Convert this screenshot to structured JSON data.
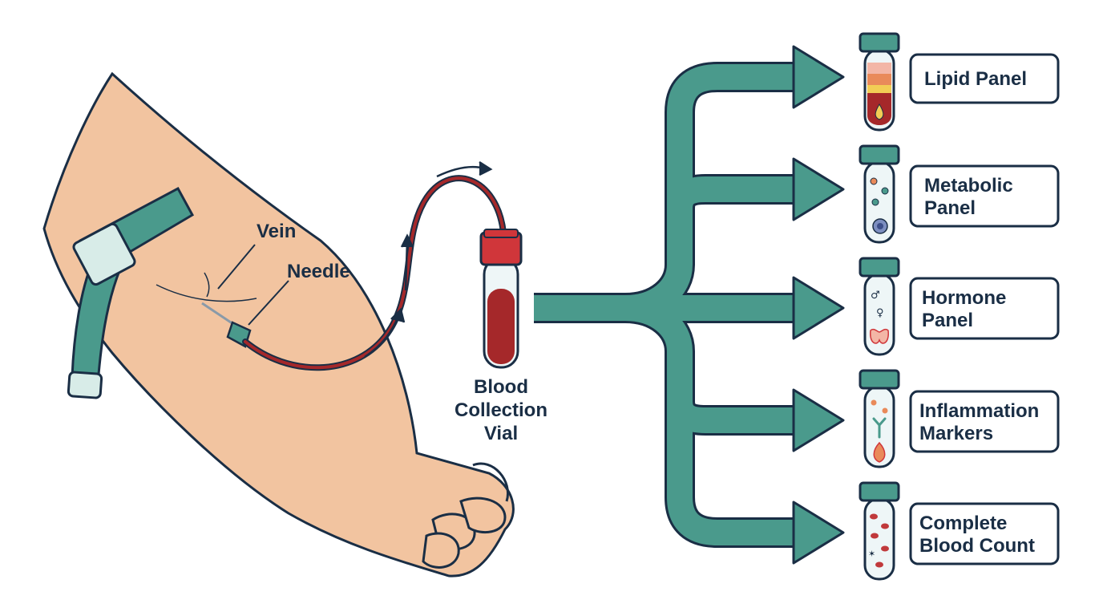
{
  "labels": {
    "vein": "Vein",
    "needle": "Needle",
    "vial_line1": "Blood",
    "vial_line2": "Collection",
    "vial_line3": "Vial"
  },
  "panels": [
    {
      "line1": "Lipid Panel",
      "line2": ""
    },
    {
      "line1": "Metabolic",
      "line2": "Panel"
    },
    {
      "line1": "Hormone",
      "line2": "Panel"
    },
    {
      "line1": "Inflammation",
      "line2": "Markers"
    },
    {
      "line1": "Complete",
      "line2": "Blood Count"
    }
  ],
  "colors": {
    "outline": "#1a2e45",
    "teal": "#4a9a8c",
    "skin": "#f2c4a0",
    "blood": "#a5282a",
    "cap_red": "#d0363a",
    "box_fill": "#ffffff"
  }
}
